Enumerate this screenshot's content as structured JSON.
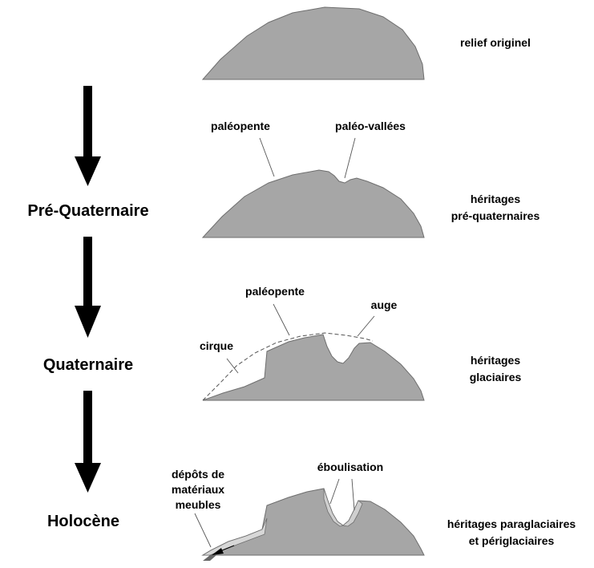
{
  "eras": {
    "pre_quaternaire": "Pré-Quaternaire",
    "quaternaire": "Quaternaire",
    "holocene": "Holocène"
  },
  "stages": {
    "original": {
      "caption": "relief originel"
    },
    "pre_quaternary": {
      "caption_line1": "héritages",
      "caption_line2": "pré-quaternaires",
      "labels": {
        "paleopente": "paléopente",
        "paleo_vallees": "paléo-vallées"
      }
    },
    "quaternary": {
      "caption_line1": "héritages",
      "caption_line2": "glaciaires",
      "labels": {
        "paleopente": "paléopente",
        "auge": "auge",
        "cirque": "cirque"
      }
    },
    "holocene": {
      "caption_line1": "héritages paraglaciaires",
      "caption_line2": "et périglaciaires",
      "labels": {
        "depots_line1": "dépôts de",
        "depots_line2": "matériaux",
        "depots_line3": "meubles",
        "eboulisation": "éboulisation"
      }
    }
  },
  "colors": {
    "relief": "#a6a6a6",
    "relief_edge": "#6e6e6e",
    "arrow": "#000000",
    "deposit": "#666666"
  }
}
